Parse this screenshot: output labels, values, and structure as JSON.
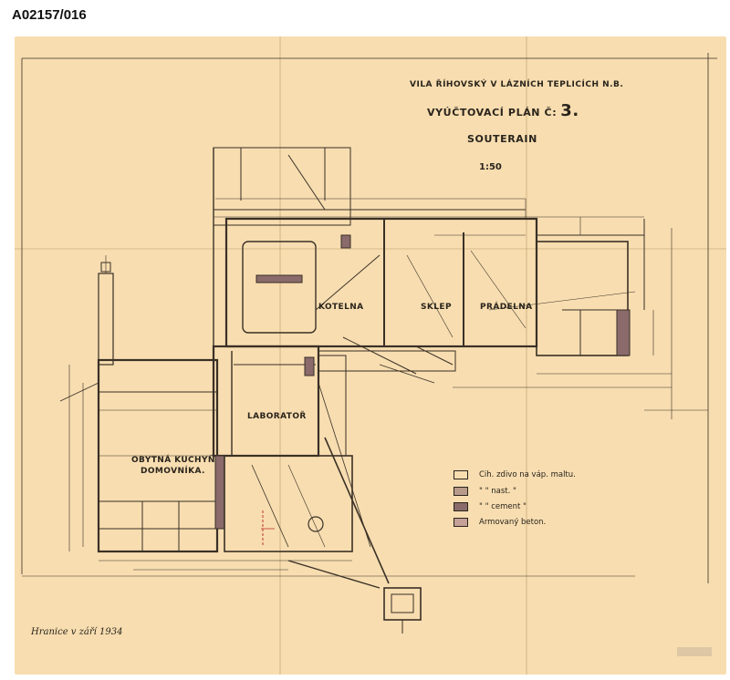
{
  "document": {
    "reference": "A02157/016"
  },
  "title_block": {
    "line1": "VILA ŘÍHOVSKÝ V LÁZNÍCH TEPLICÍCH N.B.",
    "line2": "VYÚČTOVACÍ PLÁN Č:",
    "plan_number": "3.",
    "line3": "SOUTERAIN",
    "scale": "1:50"
  },
  "rooms": {
    "kotelna": "KOTELNA",
    "sklep": "SKLEP",
    "pradelna": "PRÁDELNA",
    "laborator": "LABORATOŘ",
    "kuchyn_line1": "OBYTNÁ KUCHYŇ",
    "kuchyn_line2": "DOMOVNÍKA."
  },
  "legend": [
    {
      "label": "Cih. zdivo na váp. maltu.",
      "fill": "#f7ddb0"
    },
    {
      "label": "\"     \"     nast.  \"",
      "fill": "#b89a8a"
    },
    {
      "label": "\"     \"     cement  \"",
      "fill": "#8a6a6a"
    },
    {
      "label": "Armovaný beton.",
      "fill": "#c4a098"
    }
  ],
  "signature": "Hranice v září 1934",
  "colors": {
    "paper": "#f7ddb0",
    "ink": "#2a241c"
  }
}
